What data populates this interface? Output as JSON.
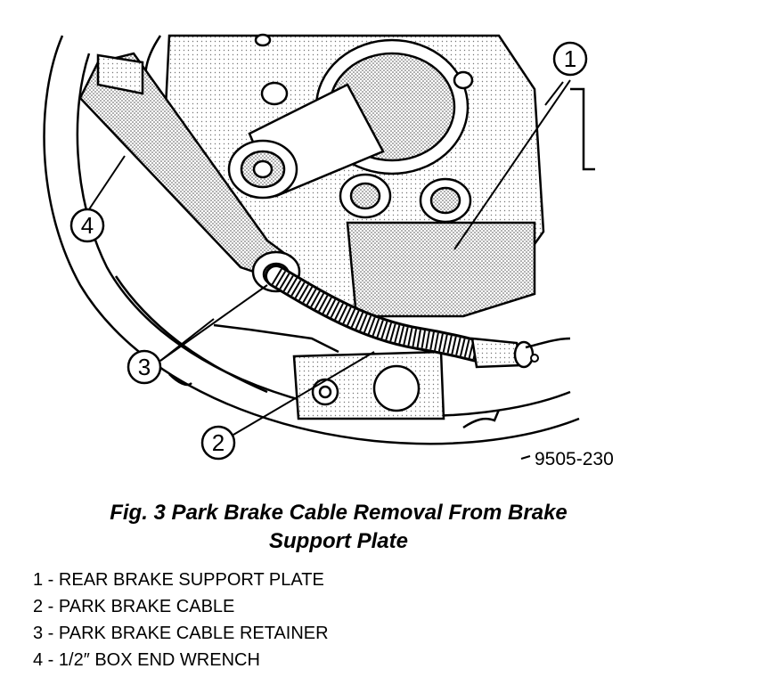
{
  "figure": {
    "code": "9505-230",
    "caption_line1": "Fig. 3 Park Brake Cable Removal From Brake",
    "caption_line2": "Support Plate",
    "callouts": [
      "1",
      "2",
      "3",
      "4"
    ]
  },
  "legend": [
    {
      "num": "1",
      "text": "REAR BRAKE SUPPORT PLATE"
    },
    {
      "num": "2",
      "text": "PARK BRAKE CABLE"
    },
    {
      "num": "3",
      "text": "PARK BRAKE CABLE RETAINER"
    },
    {
      "num": "4",
      "text": "1/2″ BOX END WRENCH"
    }
  ]
}
